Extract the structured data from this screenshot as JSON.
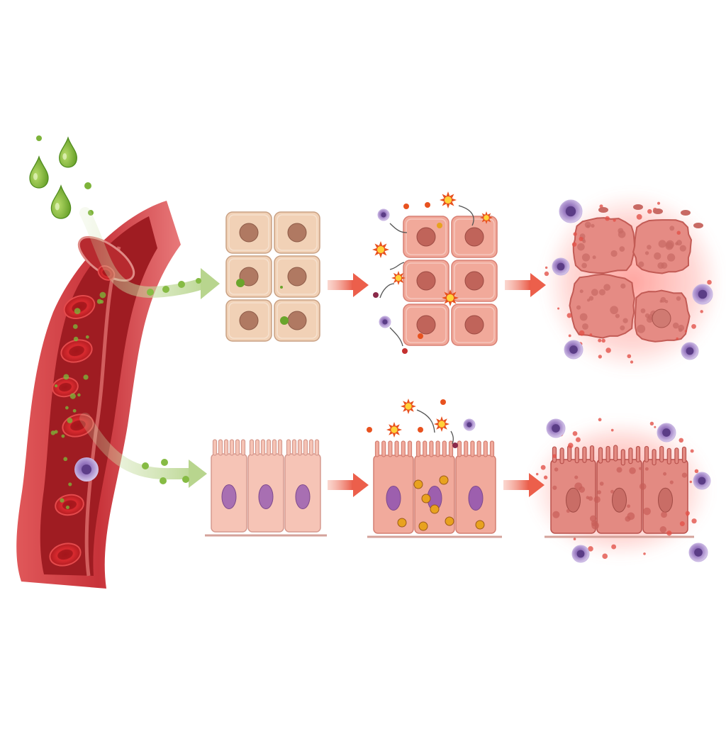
{
  "colors": {
    "background": "#ffffff",
    "vessel_wall": "#c8333a",
    "vessel_lumen": "#a61f24",
    "red_blood_cell": "#d2262b",
    "toxin_green": "#7db33a",
    "flow_arrow": "#c7dba0",
    "healthy_cell": "#f1d1b6",
    "healthy_nucleus": "#b07962",
    "stressed_cell": "#f1a99a",
    "stressed_nucleus": "#c0645a",
    "necrotic_cell": "#e58b84",
    "inflammation_glow": "#ff5a4f",
    "epithelial_cell": "#f6c4b6",
    "epithelial_nucleus": "#a86fb2",
    "reactive_oxygen_burst": "#f4a11a",
    "immune_cell": "#9b7cc2",
    "stage_arrow": "#ec5f4b"
  },
  "icons": {
    "toxin": "droplet-icon",
    "burst": "starburst-icon",
    "immune": "leukocyte-icon",
    "stage": "arrow-right-icon"
  },
  "diagram": {
    "rows": [
      {
        "tissue": "hepatocytes",
        "stages": [
          "healthy",
          "oxidative-stress",
          "necrosis-inflammation"
        ]
      },
      {
        "tissue": "columnar-epithelium",
        "stages": [
          "healthy",
          "oxidative-stress",
          "necrosis-inflammation"
        ]
      }
    ]
  }
}
